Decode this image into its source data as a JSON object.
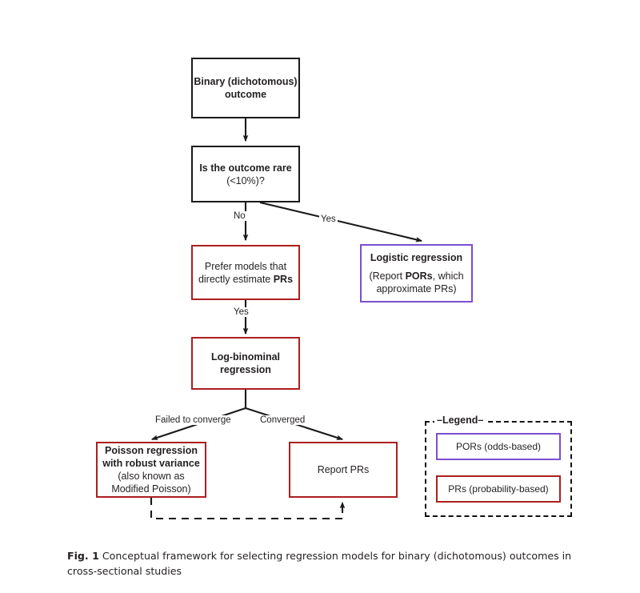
{
  "figure": {
    "caption_label": "Fig. 1",
    "caption_text": " Conceptual framework for selecting regression models for binary (dichotomous) outcomes in cross-sectional studies"
  },
  "colors": {
    "black_border": "#1a1a1a",
    "red_border": "#ab1f1f",
    "purple_border": "#7b4fd0",
    "text": "#231f20",
    "background": "#ffffff"
  },
  "nodes": {
    "outcome": {
      "line1": "Binary (dichotomous)",
      "line2": "outcome",
      "border": "black"
    },
    "rare": {
      "line1": "Is the outcome rare",
      "line2": "(<10%)?",
      "border": "black"
    },
    "prefer": {
      "line1": "Prefer models that",
      "line2a": "directly estimate ",
      "line2b": "PRs",
      "border": "red"
    },
    "logistic": {
      "line1": "Logistic regression",
      "line2a": "(Report ",
      "line2b": "PORs",
      "line2c": ", which",
      "line3": "approximate PRs)",
      "border": "purple"
    },
    "logbinomial": {
      "line1": "Log-binominal",
      "line2": "regression",
      "border": "red"
    },
    "poisson": {
      "line1": "Poisson regression",
      "line2": "with robust variance",
      "line3": "(also known as",
      "line4": "Modified Poisson)",
      "border": "red"
    },
    "report": {
      "line1": "Report PRs",
      "border": "red"
    }
  },
  "edge_labels": {
    "no": "No",
    "yes_logistic": "Yes",
    "yes_logbinomial": "Yes",
    "failed": "Failed to converge",
    "converged": "Converged"
  },
  "legend": {
    "title": "–Legend–",
    "items": [
      {
        "label": "PORs (odds-based)",
        "border": "purple"
      },
      {
        "label": "PRs (probability-based)",
        "border": "red"
      }
    ]
  }
}
